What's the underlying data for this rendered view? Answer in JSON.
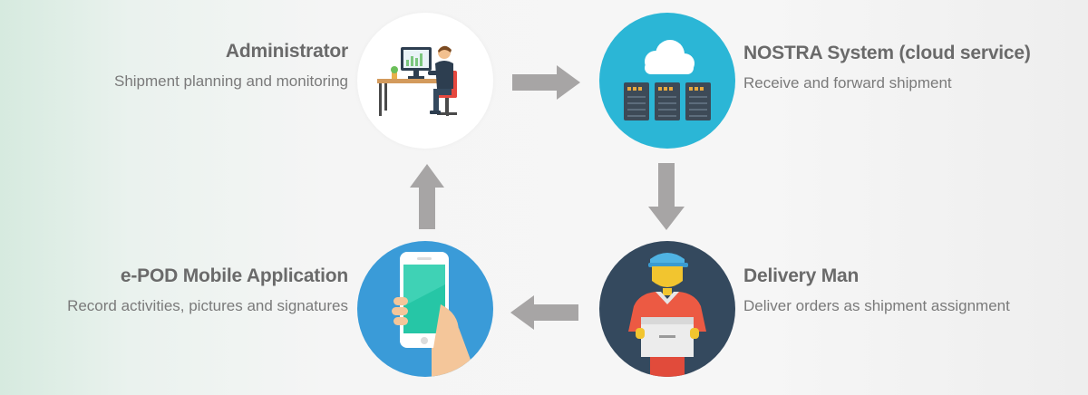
{
  "nodes": {
    "admin": {
      "title": "Administrator",
      "subtitle": "Shipment planning and monitoring",
      "icon": "admin-desk-icon"
    },
    "cloud": {
      "title": "NOSTRA System (cloud service)",
      "subtitle": "Receive and forward shipment",
      "icon": "cloud-server-icon"
    },
    "epod": {
      "title": "e-POD Mobile Application",
      "subtitle": "Record activities, pictures and signatures",
      "icon": "mobile-phone-icon"
    },
    "delivery": {
      "title": "Delivery Man",
      "subtitle": "Deliver orders as shipment assignment",
      "icon": "delivery-man-icon"
    }
  },
  "colors": {
    "admin_bg": "#ffffff",
    "cloud_bg": "#2bb6d6",
    "epod_bg": "#3a9bd8",
    "delivery_bg": "#34495e",
    "arrow": "#a7a5a5",
    "title_text": "#6a6a6a",
    "sub_text": "#7a7a7a"
  }
}
